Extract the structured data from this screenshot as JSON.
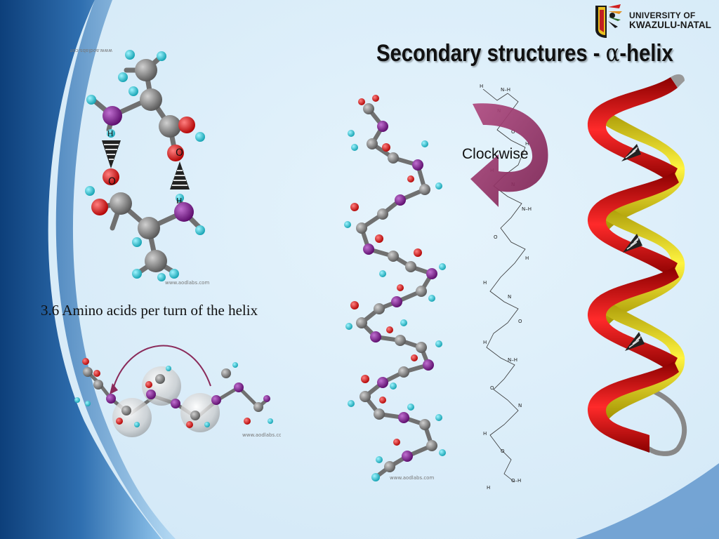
{
  "slide": {
    "title_prefix": "Secondary structures - ",
    "title_greek": "α",
    "title_suffix": "-helix",
    "caption": "3.6 Amino acids per turn of the helix",
    "clockwise_label": "Clockwise"
  },
  "logo": {
    "line1": "UNIVERSITY OF",
    "line2": "KWAZULU-NATAL"
  },
  "watermarks": {
    "text": "www.aodlabs.com"
  },
  "hbond_figure": {
    "atom_h": "H",
    "atom_o": "O"
  },
  "chem_formula": {
    "nh": "N–H",
    "h": "H",
    "n": "N",
    "o": "O",
    "oh": "O–H"
  },
  "colors": {
    "background": "#dbeefa",
    "carbon": "#707070",
    "oxygen": "#e01010",
    "nitrogen": "#7a1a8c",
    "hydrogen": "#22c8d8",
    "arrow": "#9b3a6e",
    "helix_red": "#e01818",
    "helix_yellow": "#e8e010"
  }
}
